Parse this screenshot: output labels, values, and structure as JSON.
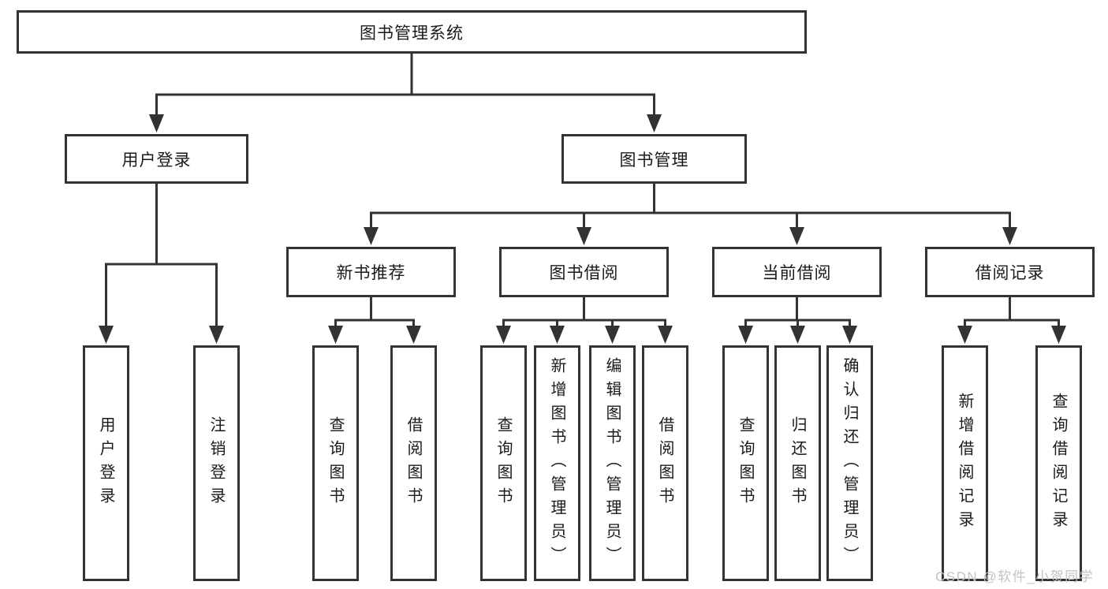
{
  "diagram": {
    "root": {
      "label": "图书管理系统",
      "children": [
        {
          "label": "用户登录",
          "children": [
            {
              "label": "用户登录"
            },
            {
              "label": "注销登录"
            }
          ]
        },
        {
          "label": "图书管理",
          "children": [
            {
              "label": "新书推荐",
              "children": [
                {
                  "label": "查询图书"
                },
                {
                  "label": "借阅图书"
                }
              ]
            },
            {
              "label": "图书借阅",
              "children": [
                {
                  "label": "查询图书"
                },
                {
                  "label": "新增图书（管理员）"
                },
                {
                  "label": "编辑图书（管理员）"
                },
                {
                  "label": "借阅图书"
                }
              ]
            },
            {
              "label": "当前借阅",
              "children": [
                {
                  "label": "查询图书"
                },
                {
                  "label": "归还图书"
                },
                {
                  "label": "确认归还（管理员）"
                }
              ]
            },
            {
              "label": "借阅记录",
              "children": [
                {
                  "label": "新增借阅记录"
                },
                {
                  "label": "查询借阅记录"
                }
              ]
            }
          ]
        }
      ]
    }
  },
  "watermark": {
    "text": "CSDN @软件_小贺同学"
  },
  "colors": {
    "line": "#333333",
    "border": "#333333",
    "text": "#1a1a1a",
    "background": "#ffffff",
    "watermark": "#c3c3c3"
  }
}
